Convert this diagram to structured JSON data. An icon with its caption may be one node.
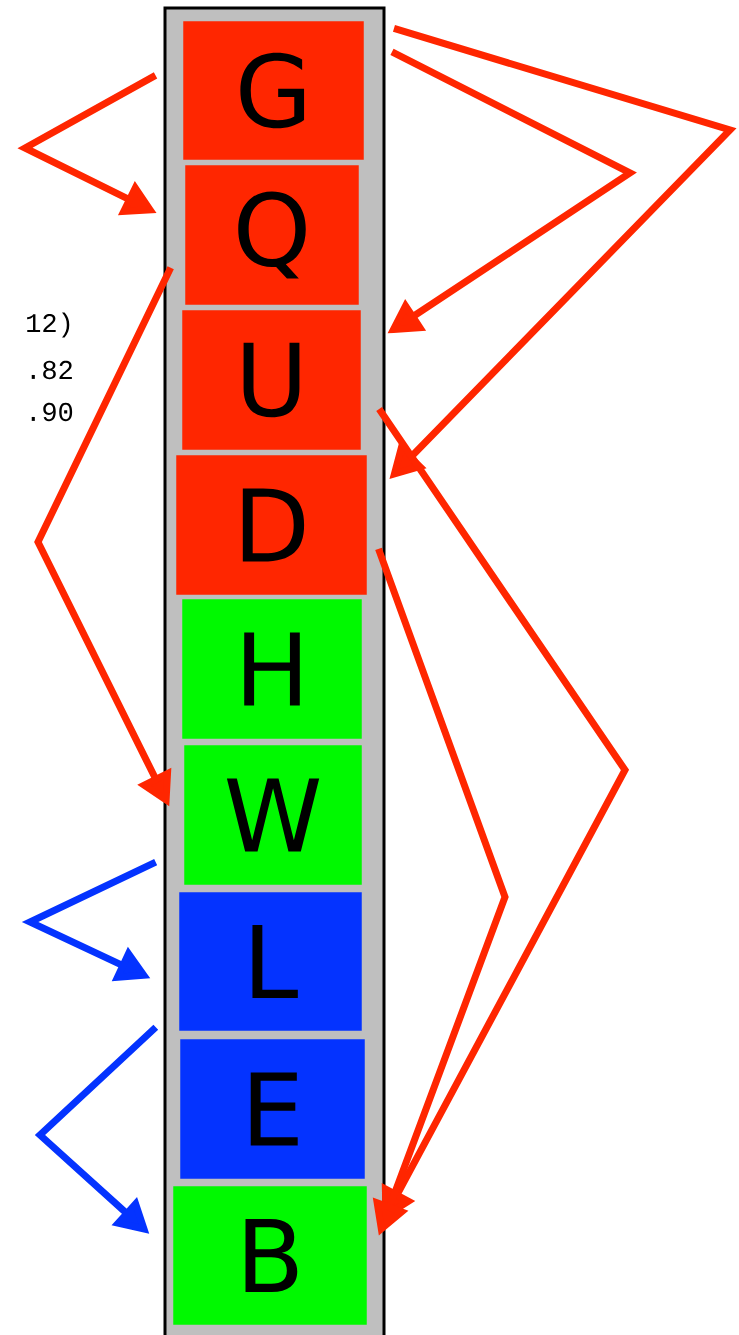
{
  "diagram": {
    "nodes": [
      {
        "text": [],
        "shape": "box"
      },
      {
        "text": [
          "G"
        ],
        "in": 0
      },
      {
        "text": [
          "Q"
        ],
        "in": 0
      },
      {
        "text": [
          "U"
        ],
        "in": 0
      },
      {
        "text": [
          "D"
        ],
        "in": 0
      },
      {
        "text": [
          "H"
        ],
        "in": 0
      },
      {
        "text": [
          "W"
        ],
        "in": 0
      },
      {
        "text": [
          "L"
        ],
        "in": 0
      },
      {
        "text": [
          "E"
        ],
        "in": 0
      },
      {
        "text": [
          "B"
        ],
        "in": 0
      }
    ],
    "edges": [
      {
        "from": 1,
        "to": 2,
        "arrow": "to"
      },
      {
        "from": 2,
        "to": 6,
        "arrow": "to"
      },
      {
        "from": 6,
        "to": 7,
        "arrow": "to",
        "color": "#0433ff"
      },
      {
        "from": 7,
        "to": 9,
        "arrow": "to",
        "color": "#0433ff"
      },
      {
        "from": 1,
        "to": 3,
        "arrow": "to"
      },
      {
        "from": 1,
        "to": 4,
        "arrow": "to"
      },
      {
        "from": 3,
        "to": 9,
        "arrow": "to"
      },
      {
        "from": 4,
        "to": 9,
        "arrow": "to"
      }
    ],
    "labels": [
      "12)",
      ".82",
      ".90"
    ]
  }
}
